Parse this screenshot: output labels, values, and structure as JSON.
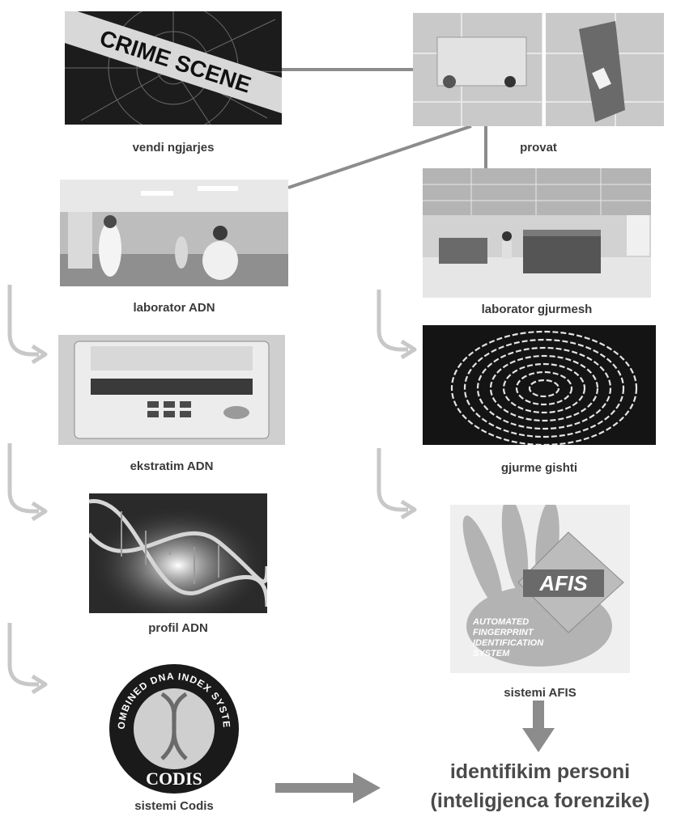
{
  "nodes": {
    "crime_scene": {
      "caption": "vendi ngjarjes",
      "image_text": "CRIME SCENE"
    },
    "evidence": {
      "caption": "provat"
    },
    "dna_lab": {
      "caption": "laborator ADN"
    },
    "trace_lab": {
      "caption": "laborator gjurmesh"
    },
    "dna_extraction": {
      "caption": "ekstratim ADN"
    },
    "fingerprint": {
      "caption": "gjurme gishti"
    },
    "dna_profile": {
      "caption": "profil ADN"
    },
    "afis": {
      "caption": "sistemi AFIS",
      "logo_text": "AFIS",
      "subtitle_lines": [
        "AUTOMATED",
        "FINGERPRINT",
        "IDENTIFICATION",
        "SYSTEM"
      ]
    },
    "codis": {
      "caption": "sistemi Codis",
      "ring_text": "COMBINED DNA INDEX SYSTEM",
      "logo_text": "CODIS"
    }
  },
  "result": {
    "line1": "identifikim personi",
    "line2": "(inteligjenca forenzike)"
  },
  "colors": {
    "connector": "#8c8c8c",
    "curve_arrow": "#c8c8c8",
    "caption": "#3a3a3a"
  }
}
